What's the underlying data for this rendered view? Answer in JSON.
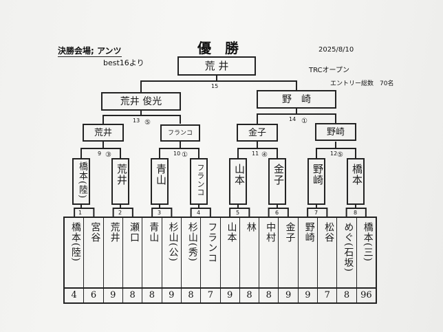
{
  "header": {
    "venue": "決勝会場; アンツ",
    "subtitle": "best16より",
    "title": "優　勝",
    "date": "2025/8/10",
    "event": "TRCオープン",
    "entries": "エントリー総数　70名"
  },
  "final": {
    "winner": "荒 井",
    "match_no": "15"
  },
  "semifinal": {
    "left": "荒井 俊光",
    "right": "野　崎",
    "left_match": "13",
    "right_match": "14",
    "left_score": "⑤",
    "right_score": "①"
  },
  "quarterfinal": {
    "names": [
      "荒井",
      "フランコ",
      "金子",
      "野崎"
    ],
    "match_nos": [
      "9",
      "10",
      "11",
      "12"
    ],
    "scores": [
      "③",
      "①",
      "④",
      "⑤"
    ]
  },
  "round16": {
    "names": [
      "橋本(陸)",
      "荒井",
      "青山",
      "フランコ",
      "山本",
      "金子",
      "野崎",
      "橋本"
    ],
    "match_nos": [
      "1",
      "2",
      "3",
      "4",
      "5",
      "6",
      "7",
      "8"
    ]
  },
  "players": {
    "names": [
      "橋本(陸)",
      "宮谷",
      "荒井",
      "瀬口",
      "青山",
      "杉山(公)",
      "杉山(秀)",
      "フランコ",
      "山本",
      "林",
      "中村",
      "金子",
      "野崎",
      "松谷",
      "めぐ(石坂)",
      "橋本(三)"
    ],
    "scores": [
      "4",
      "6",
      "9",
      "8",
      "8",
      "9",
      "8",
      "7",
      "9",
      "8",
      "8",
      "9",
      "9",
      "7",
      "8",
      "96"
    ]
  }
}
